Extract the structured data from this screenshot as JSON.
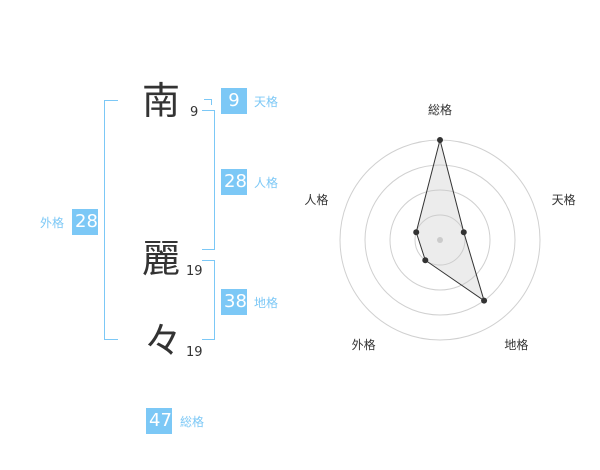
{
  "name": {
    "chars": [
      {
        "char": "南",
        "strokes": "9"
      },
      {
        "char": "麗",
        "strokes": "19"
      },
      {
        "char": "々",
        "strokes": "19"
      }
    ]
  },
  "kakusu": {
    "tenkaku": {
      "value": "9",
      "label": "天格"
    },
    "jinkaku": {
      "value": "28",
      "label": "人格"
    },
    "chikaku": {
      "value": "38",
      "label": "地格"
    },
    "gaikaku": {
      "value": "28",
      "label": "外格"
    },
    "soukaku": {
      "value": "47",
      "label": "総格"
    }
  },
  "colors": {
    "accent": "#7cc8f6",
    "text": "#333333"
  },
  "chart_data": {
    "type": "radar",
    "axes": [
      "総格",
      "天格",
      "地格",
      "外格",
      "人格"
    ],
    "values": [
      4,
      1,
      3,
      1,
      1
    ],
    "max": 4,
    "rings": 4
  }
}
